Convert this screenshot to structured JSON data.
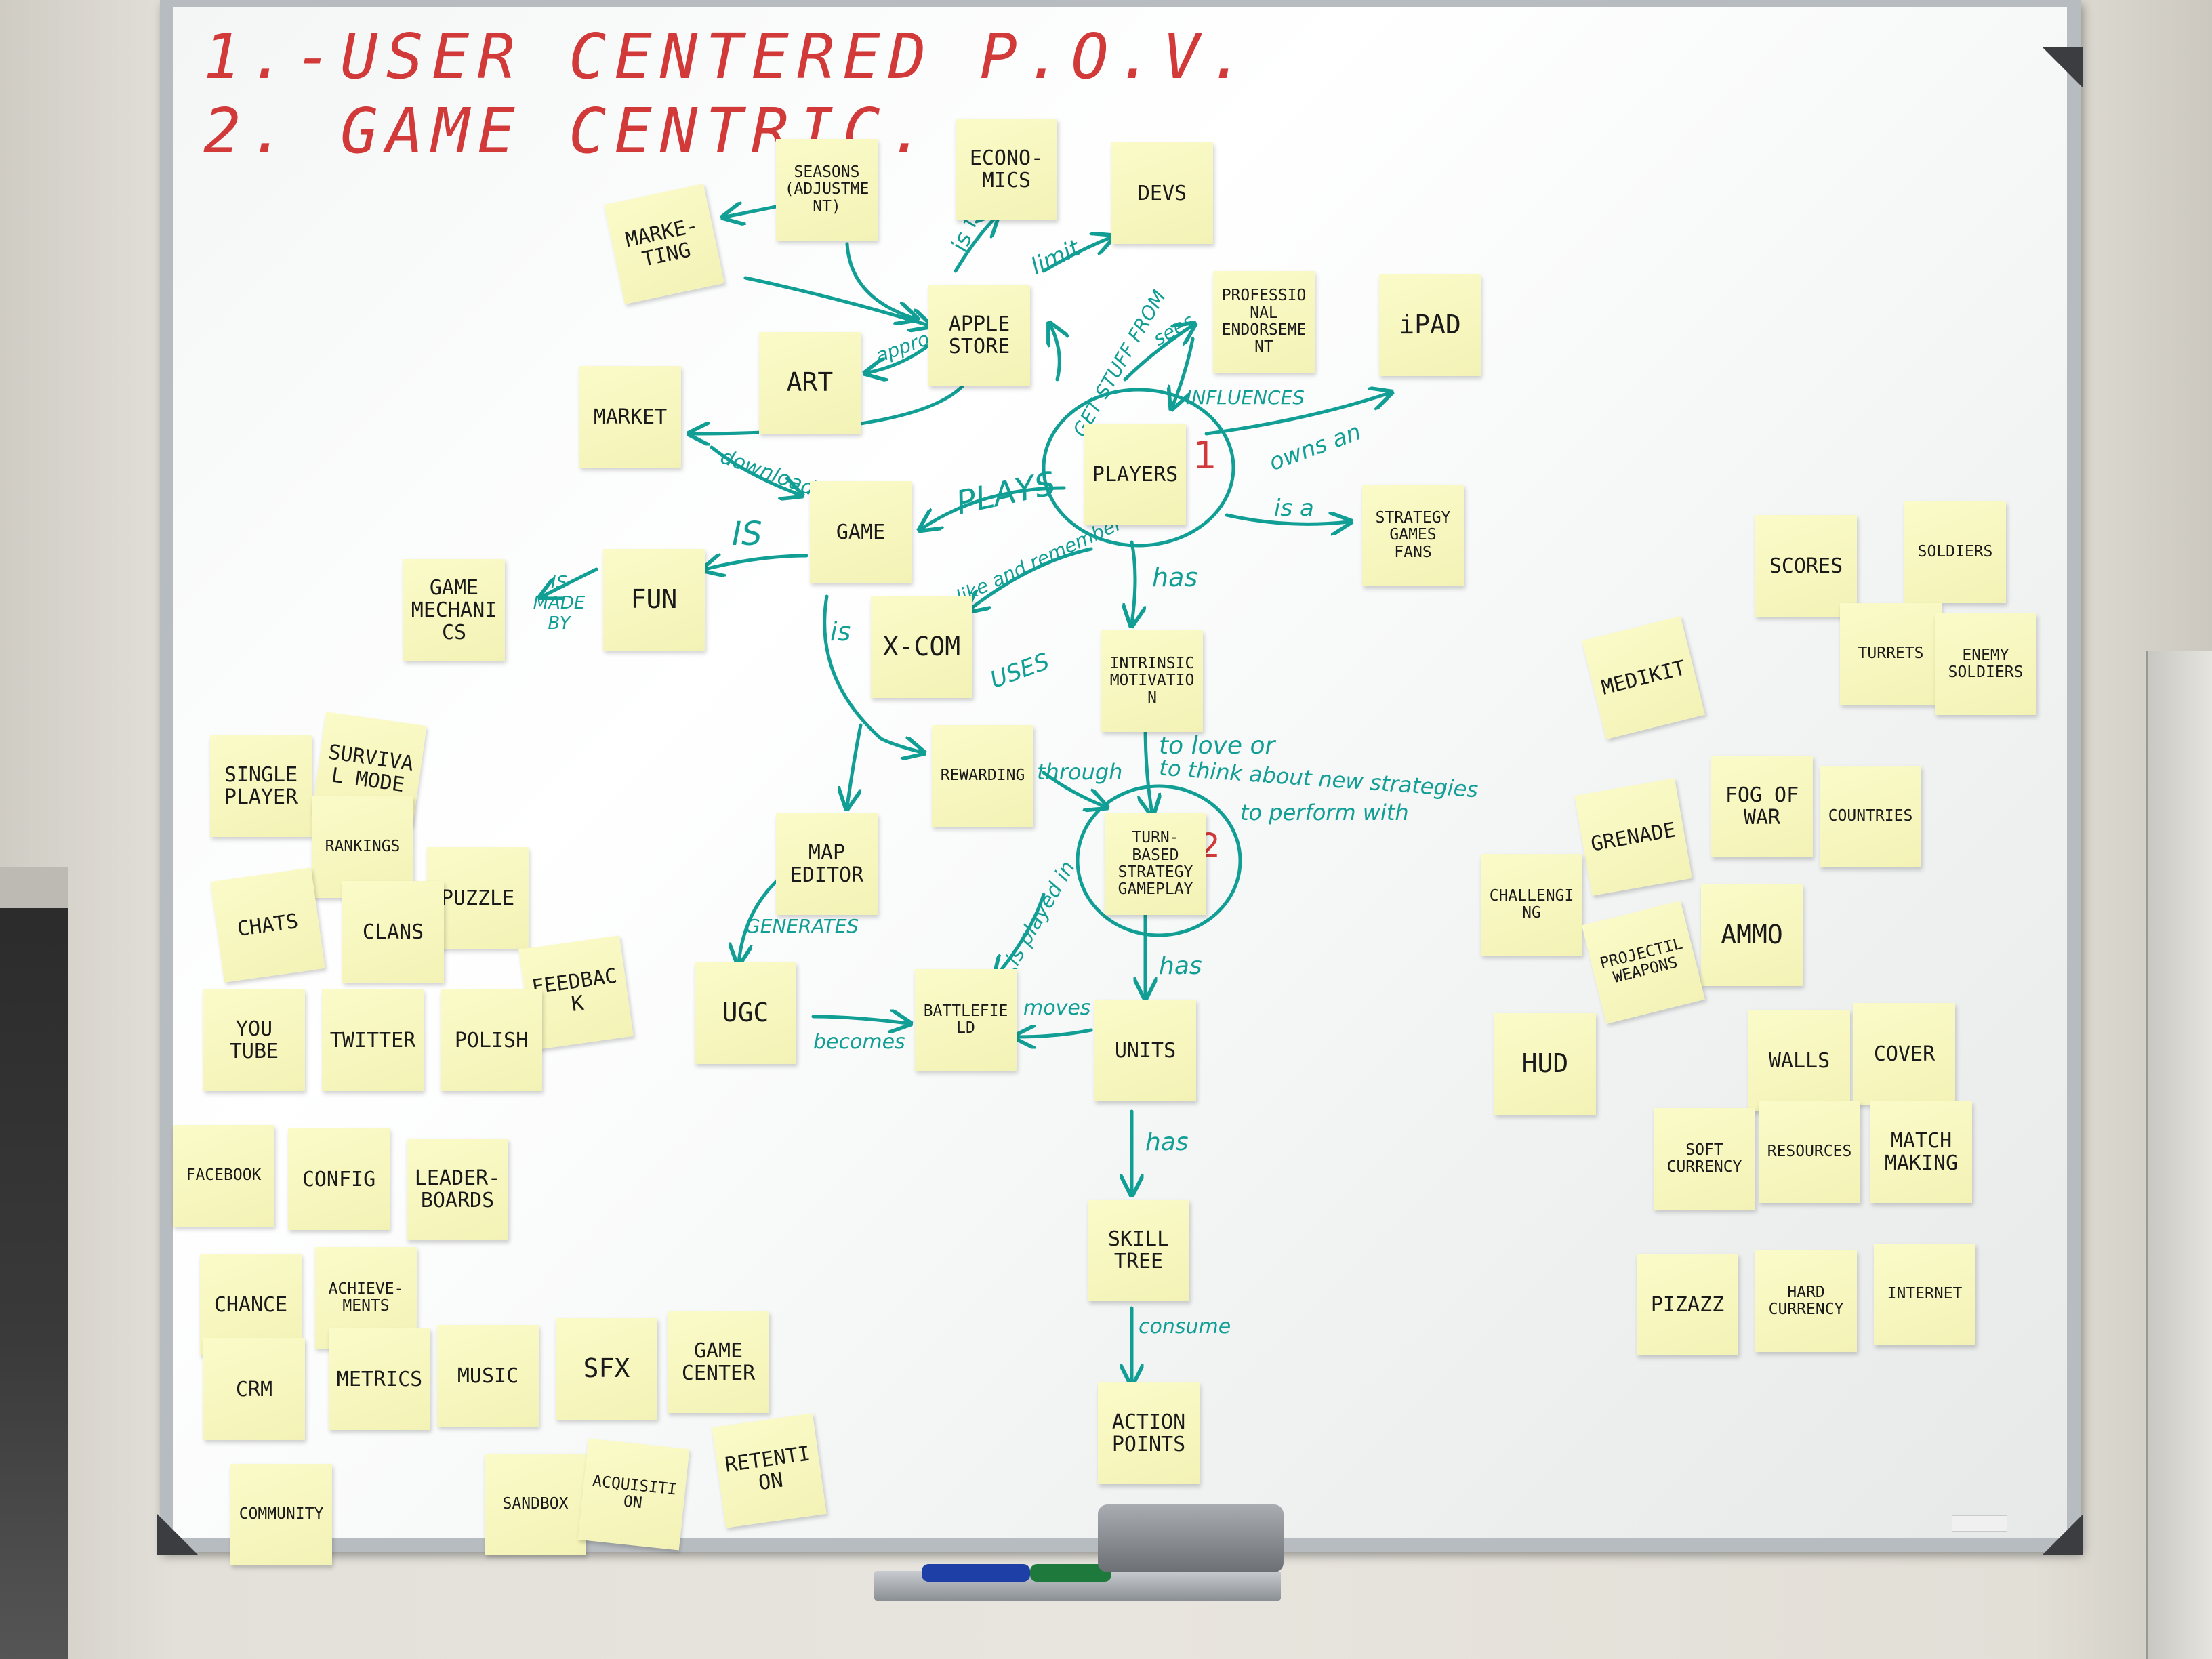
{
  "title_lines": [
    "1.-USER CENTERED P.O.V.",
    "2. GAME CENTRIC."
  ],
  "sticky_notes": {
    "seasons": "SEASONS (ADJUSTMENT)",
    "economics": "ECONO- MICS",
    "devs": "DEVS",
    "marketing": "MARKE- TING",
    "apple_store": "APPLE STORE",
    "professional": "PROFESSIONAL ENDORSEMENT",
    "ipad": "iPAD",
    "art": "ART",
    "market": "MARKET",
    "players": "PLAYERS",
    "strategy_fans": "STRATEGY GAMES FANS",
    "game": "GAME",
    "fun": "FUN",
    "game_mechanics": "GAME MECHANICS",
    "xcom": "X-COM",
    "intrinsic": "INTRINSIC MOTIVATION",
    "rewarding": "REWARDING",
    "map_editor": "MAP EDITOR",
    "turn_based": "TURN-BASED STRATEGY GAMEPLAY",
    "ugc": "UGC",
    "battlefield": "BATTLEFIELD",
    "units": "UNITS",
    "skill_tree": "SKILL TREE",
    "action_points": "ACTION POINTS",
    "single_player": "SINGLE PLAYER",
    "survival_mode": "SURVIVAL MODE",
    "rankings": "RANKINGS",
    "puzzle": "PUZZLE",
    "chats": "CHATS",
    "clans": "CLANS",
    "feedback": "FEEDBACK",
    "youtube": "YOU TUBE",
    "twitter": "TWITTER",
    "polish": "POLISH",
    "facebook": "FACEBOOK",
    "config": "CONFIG",
    "leaderboards": "LEADER- BOARDS",
    "chance": "CHANCE",
    "achievements": "ACHIEVE- MENTS",
    "crm": "CRM",
    "metrics": "METRICS",
    "music": "MUSIC",
    "sfx": "SFX",
    "game_center": "GAME CENTER",
    "community": "COMMUNITY",
    "sandbox": "SANDBOX",
    "acquisition": "ACQUISITION",
    "retention": "RETENTION",
    "scores": "SCORES",
    "soldiers": "SOLDIERS",
    "turrets": "TURRETS",
    "enemy_soldiers": "ENEMY SOLDIERS",
    "medikit": "MEDIKIT",
    "fog_of_war": "FOG OF WAR",
    "countries": "COUNTRIES",
    "grenade": "GRENADE",
    "challenging": "CHALLENGING",
    "ammo": "AMMO",
    "projectile_weapons": "PROJECTIL WEAPONS",
    "hud": "HUD",
    "walls": "WALLS",
    "cover": "COVER",
    "soft_currency": "SOFT CURRENCY",
    "resources": "RESOURCES",
    "matchmaking": "MATCH MAKING",
    "pizazz": "PIZAZZ",
    "hard_currency": "HARD CURRENCY",
    "internet": "INTERNET"
  },
  "edge_labels": {
    "is_free": "is free",
    "limit": "limit",
    "approve": "approve",
    "get_stuff_from": "GET STUFF FROM",
    "sees": "sees",
    "influences": "INFLUENCES",
    "owns_an": "owns an",
    "is_a": "is a",
    "download": "download",
    "plays": "PLAYS",
    "is_upper": "IS",
    "is_made_by": "IS MADE BY",
    "like_and_remember": "like and remember",
    "has_1": "has",
    "is_lower": "is",
    "uses": "USES",
    "to_love": "to love or",
    "to_think": "to think about new strategies",
    "to_perform": "to perform with",
    "through": "through",
    "generates": "GENERATES",
    "is_played_in": "is played in",
    "has_2": "has",
    "becomes": "becomes",
    "moves": "moves",
    "has_3": "has",
    "consume": "consume"
  },
  "numbers": {
    "players_1": "1",
    "turn_2": "2"
  },
  "colors": {
    "title_red": "#d23939",
    "marker_teal": "#119e95",
    "note_yellow": "#f6f5bd"
  }
}
